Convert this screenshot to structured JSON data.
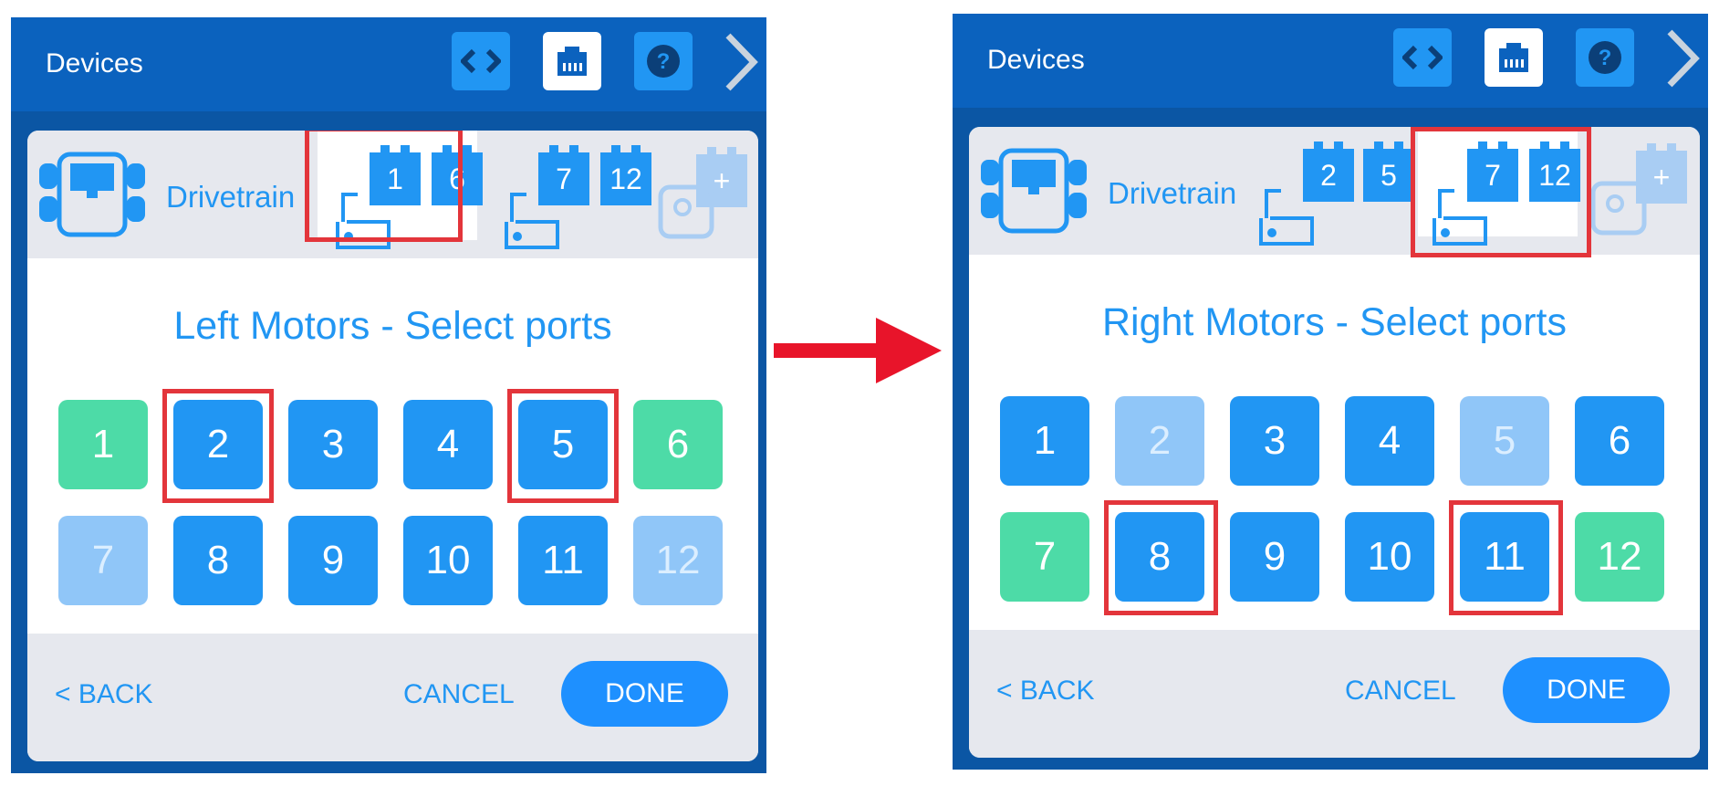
{
  "colors": {
    "topbar": "#0b62be",
    "accent": "#2196f3",
    "used": "#4ddba7",
    "disabled": "#90c6f8",
    "highlight": "#e3353b",
    "arrow": "#e8142a"
  },
  "left": {
    "header": {
      "title": "Devices"
    },
    "strip": {
      "drivetrain_label": "Drivetrain",
      "group_a": [
        "1",
        "6"
      ],
      "group_b": [
        "7",
        "12"
      ],
      "add_label": "+"
    },
    "heading": "Left Motors - Select ports",
    "ports": [
      "1",
      "2",
      "3",
      "4",
      "5",
      "6",
      "7",
      "8",
      "9",
      "10",
      "11",
      "12"
    ],
    "footer": {
      "back": "< BACK",
      "cancel": "CANCEL",
      "done": "DONE"
    }
  },
  "right": {
    "header": {
      "title": "Devices"
    },
    "strip": {
      "drivetrain_label": "Drivetrain",
      "group_a": [
        "2",
        "5"
      ],
      "group_b": [
        "7",
        "12"
      ],
      "add_label": "+"
    },
    "heading": "Right Motors - Select ports",
    "ports": [
      "1",
      "2",
      "3",
      "4",
      "5",
      "6",
      "7",
      "8",
      "9",
      "10",
      "11",
      "12"
    ],
    "footer": {
      "back": "< BACK",
      "cancel": "CANCEL",
      "done": "DONE"
    }
  },
  "icons": [
    "code-icon",
    "device-port-icon",
    "help-icon",
    "chevron-right-icon",
    "drivetrain-icon",
    "motor-icon",
    "add-device-icon",
    "arrow-right-icon"
  ]
}
